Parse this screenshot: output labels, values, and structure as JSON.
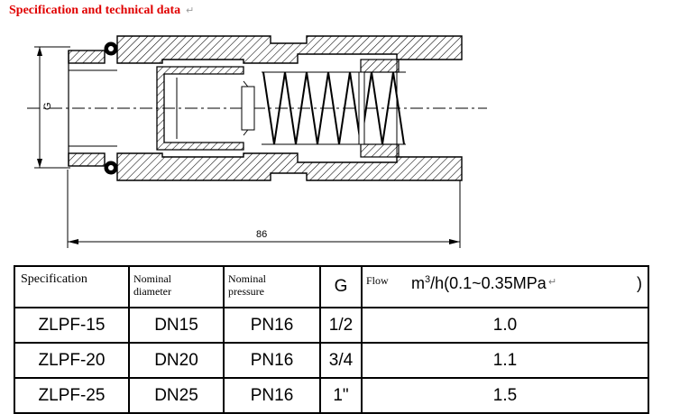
{
  "title": "Specification and technical data",
  "title_mark": "↵",
  "stray_mark": "↵",
  "drawing": {
    "dim_g": "G",
    "dim_length": "86",
    "colors": {
      "line": "#000000",
      "hatch": "#000000",
      "paper": "#ffffff"
    }
  },
  "table": {
    "headers": {
      "specification": "Specification",
      "nominal_diameter": [
        "Nominal",
        "diameter"
      ],
      "nominal_pressure": [
        "Nominal",
        "pressure"
      ],
      "g": "G",
      "flow_label": "Flow",
      "flow_unit_base": "m",
      "flow_unit_sup": "3",
      "flow_unit_rest": "/h(0.1~0.35MPa",
      "flow_close": ")"
    },
    "rows": [
      {
        "spec": "ZLPF-15",
        "diameter": "DN15",
        "pressure": "PN16",
        "g": "1/2",
        "flow": "1.0"
      },
      {
        "spec": "ZLPF-20",
        "diameter": "DN20",
        "pressure": "PN16",
        "g": "3/4",
        "flow": "1.1"
      },
      {
        "spec": "ZLPF-25",
        "diameter": "DN25",
        "pressure": "PN16",
        "g": "1\"",
        "flow": "1.5"
      }
    ]
  }
}
